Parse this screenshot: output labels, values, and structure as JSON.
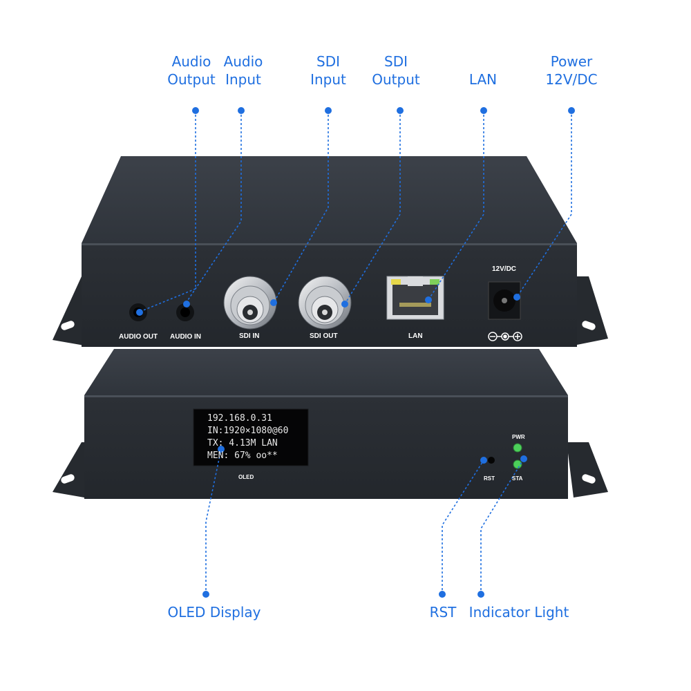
{
  "callouts": {
    "audio_output": [
      "Audio",
      "Output"
    ],
    "audio_input": [
      "Audio",
      "Input"
    ],
    "sdi_input": [
      "SDI",
      "Input"
    ],
    "sdi_output": [
      "SDI",
      "Output"
    ],
    "lan": [
      "LAN"
    ],
    "power": [
      "Power",
      "12V/DC"
    ],
    "oled_display": "OLED Display",
    "rst": "RST",
    "indicator_light": "Indicator Light"
  },
  "rear_panel": {
    "audio_out": "AUDIO OUT",
    "audio_in": "AUDIO IN",
    "sdi_in": "SDI IN",
    "sdi_out": "SDI OUT",
    "lan": "LAN",
    "power": "12V/DC"
  },
  "front_panel": {
    "oled_lines": [
      "192.168.0.31",
      "IN:1920×1080@60",
      "TX: 4.13M LAN",
      "MEN: 67% oo**"
    ],
    "oled_label": "OLED",
    "rst": "RST",
    "pwr": "PWR",
    "sta": "STA"
  },
  "colors": {
    "callout": "#1f6fe0",
    "chassis": "#2e3238",
    "led_green": "#4cd05a"
  }
}
